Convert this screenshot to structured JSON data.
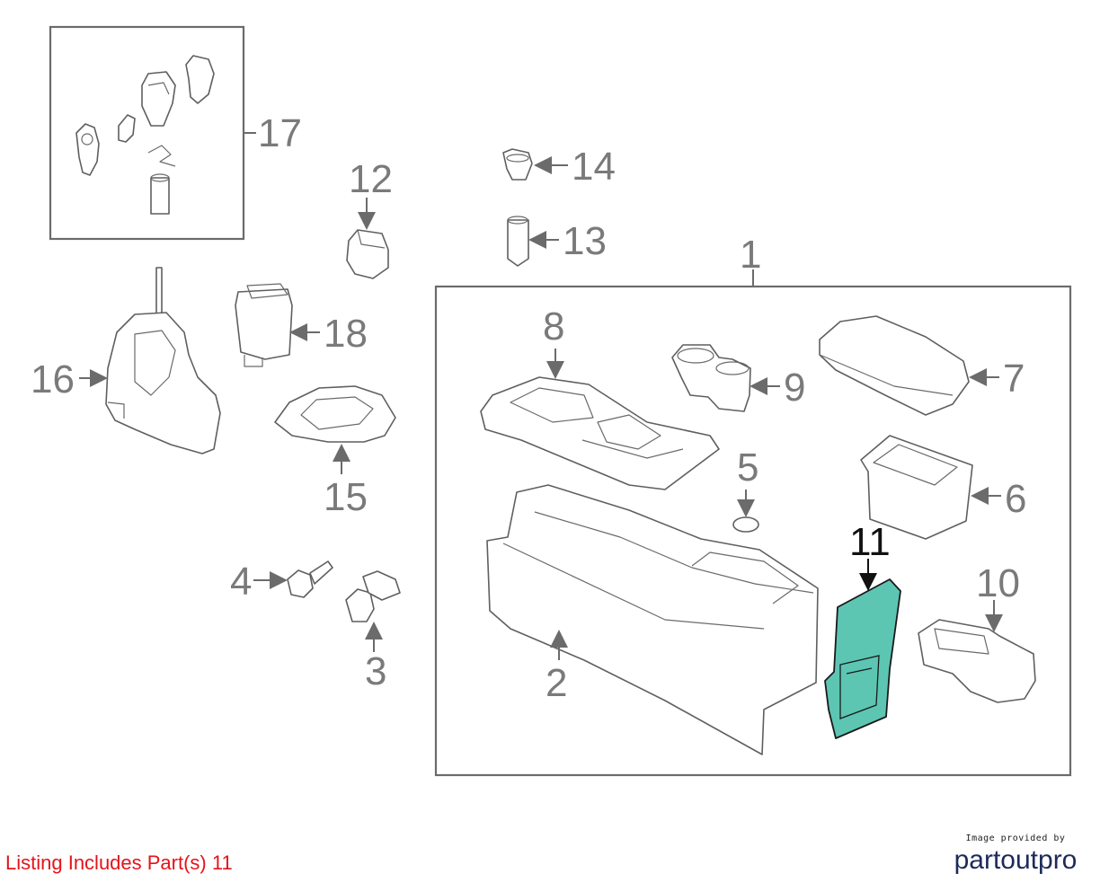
{
  "diagram": {
    "callouts": {
      "p1": "1",
      "p2": "2",
      "p3": "3",
      "p4": "4",
      "p5": "5",
      "p6": "6",
      "p7": "7",
      "p8": "8",
      "p9": "9",
      "p10": "10",
      "p11": "11",
      "p12": "12",
      "p13": "13",
      "p14": "14",
      "p15": "15",
      "p16": "16",
      "p17": "17",
      "p18": "18"
    },
    "highlighted_part": "11",
    "highlight_color": "#5cc6b3"
  },
  "listing_note": "Listing Includes Part(s) 11",
  "listing_note_color": "#e4141b",
  "provider": {
    "caption": "Image provided by",
    "logo_text": "partoutpro"
  }
}
